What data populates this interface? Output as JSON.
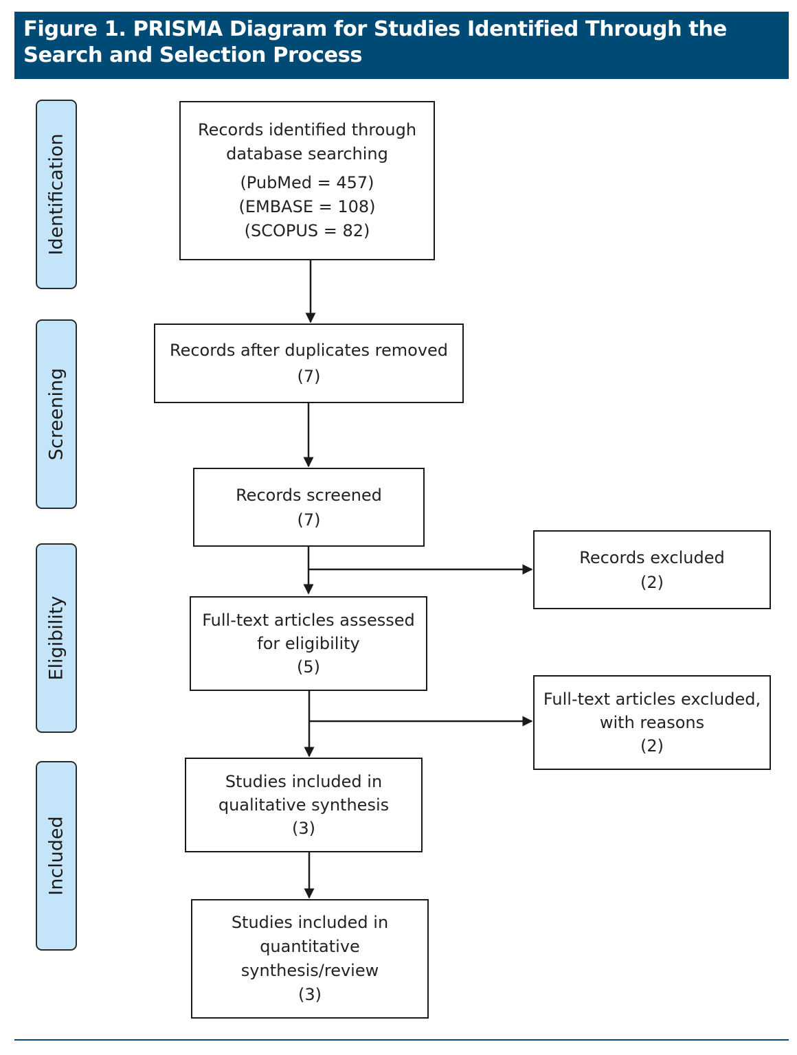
{
  "figure": {
    "title": "Figure 1. PRISMA Diagram for Studies Identified Through the Search and Selection Process"
  },
  "stages": {
    "identification": "Identification",
    "screening": "Screening",
    "eligibility": "Eligibility",
    "included": "Included"
  },
  "boxes": {
    "identified": {
      "line1": "Records identified through",
      "line2": "database searching",
      "line3": "(PubMed = 457)",
      "line4": "(EMBASE = 108)",
      "line5": "(SCOPUS = 82)"
    },
    "duplicates_removed": {
      "line1": "Records after duplicates removed",
      "line2": "(7)"
    },
    "screened": {
      "line1": "Records screened",
      "line2": "(7)"
    },
    "excluded": {
      "line1": "Records excluded",
      "line2": "(2)"
    },
    "fulltext_assessed": {
      "line1": "Full-text articles assessed",
      "line2": "for eligibility",
      "line3": "(5)"
    },
    "fulltext_excluded": {
      "line1": "Full-text articles excluded,",
      "line2": "with reasons",
      "line3": "(2)"
    },
    "qualitative": {
      "line1": "Studies included in",
      "line2": "qualitative synthesis",
      "line3": "(3)"
    },
    "quantitative": {
      "line1": "Studies included in",
      "line2": "quantitative",
      "line3": "synthesis/review",
      "line4": "(3)"
    }
  },
  "colors": {
    "header_background": "#004b76",
    "stage_background": "#c4e5f9",
    "box_border": "#1a1a1a"
  }
}
